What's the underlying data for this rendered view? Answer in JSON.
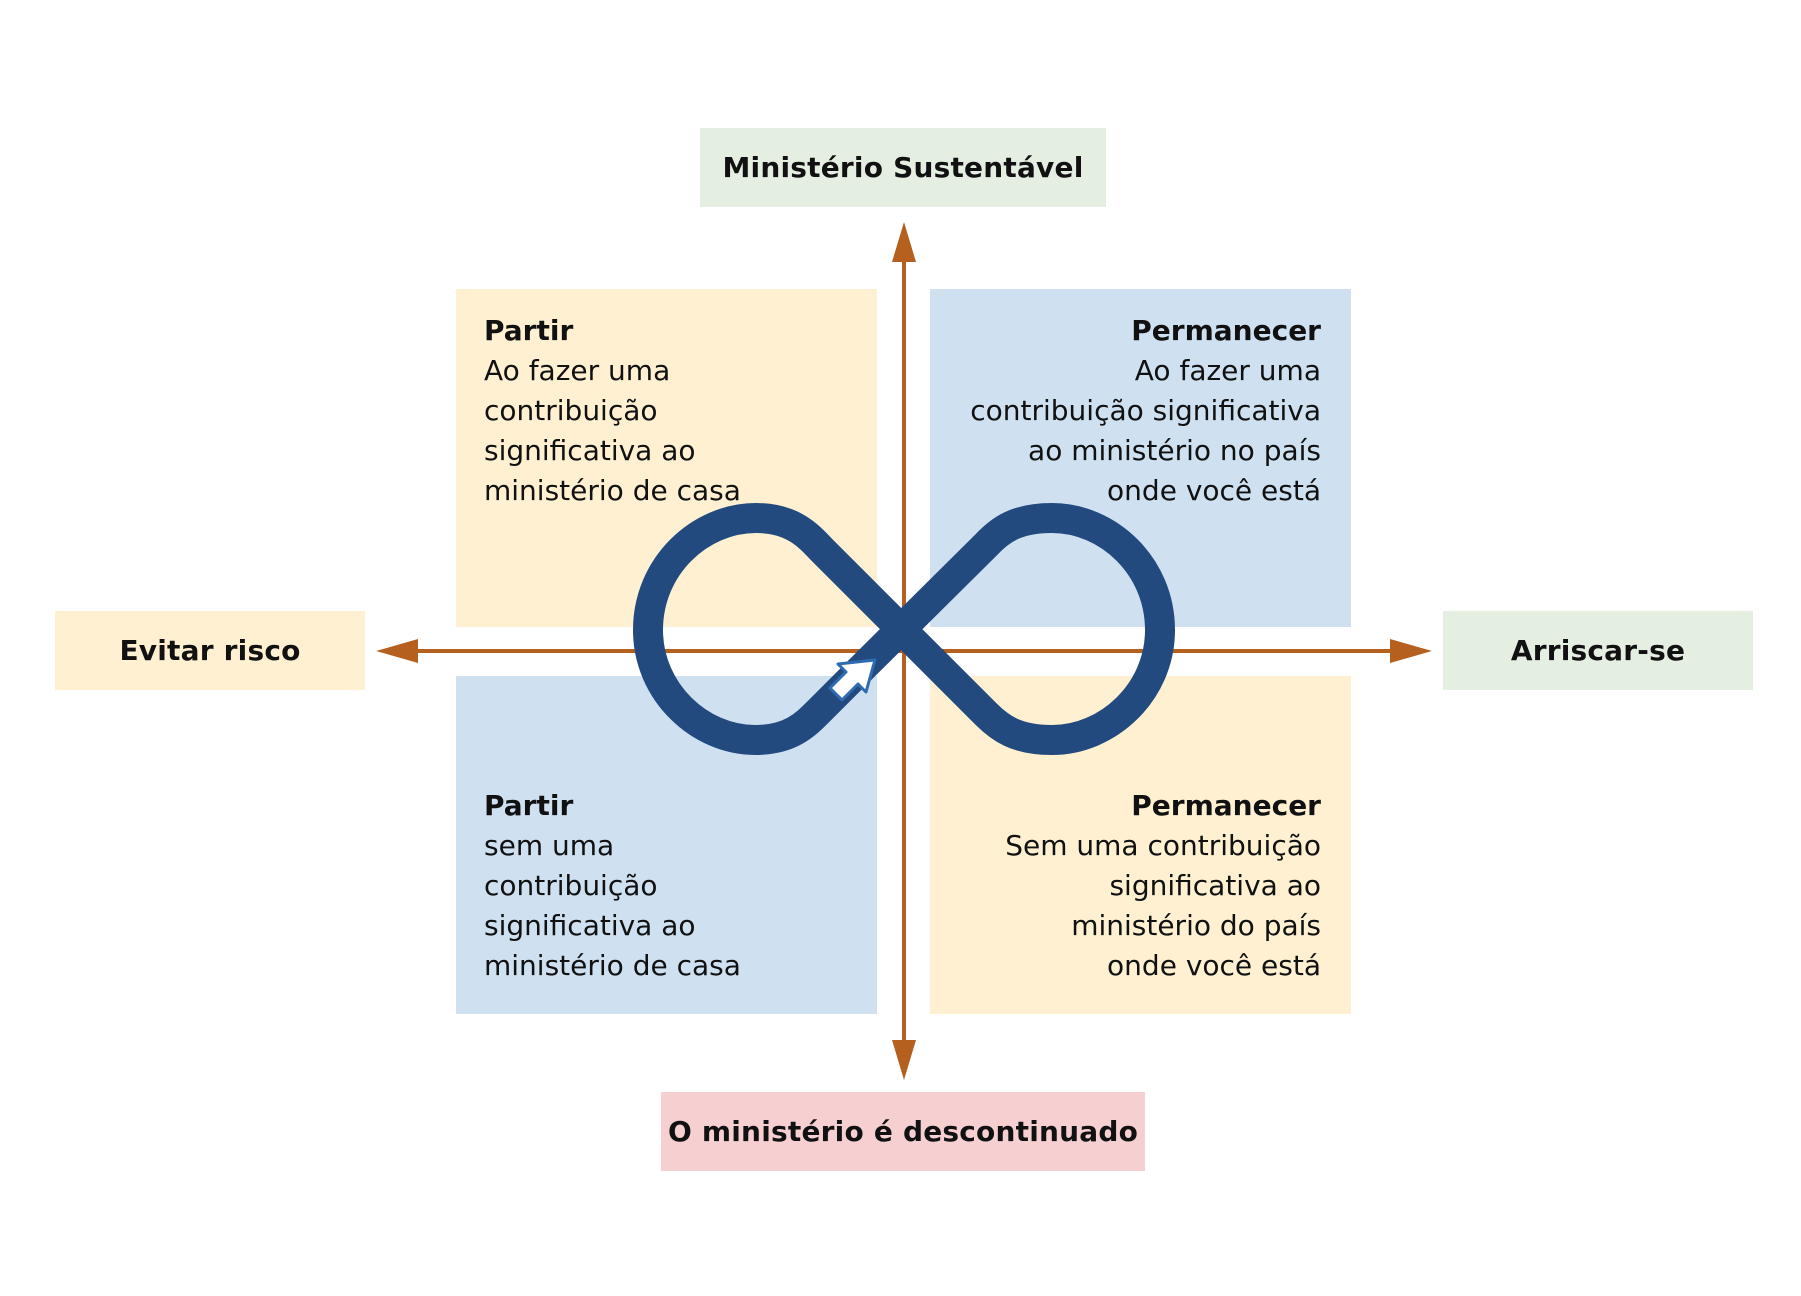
{
  "colors": {
    "yellow": "#FFF0D2",
    "blue": "#CFE1F1",
    "green": "#E4EFE2",
    "pink": "#F6D0D1",
    "arrow": "#B5601E",
    "loop": "#224A7E"
  },
  "axes": {
    "top": "Ministério Sustentável",
    "bottom": "O ministério é descontinuado",
    "left": "Evitar risco",
    "right": "Arriscar-se"
  },
  "quadrants": {
    "top_left": {
      "title": "Partir",
      "lines": [
        "Ao fazer uma",
        "contribuição",
        "significativa ao",
        "ministério de casa"
      ]
    },
    "top_right": {
      "title": "Permanecer",
      "lines": [
        "Ao fazer uma",
        "contribuição significativa",
        "ao ministério no país",
        "onde você está"
      ]
    },
    "bottom_left": {
      "title": "Partir",
      "lines": [
        "sem uma",
        "contribuição",
        "significativa ao",
        "ministério de casa"
      ]
    },
    "bottom_right": {
      "title": "Permanecer",
      "lines": [
        "Sem uma contribuição",
        "significativa ao",
        "ministério do país",
        "onde você está"
      ]
    }
  },
  "icons": {
    "loop": "infinity-loop-icon",
    "pointer": "white-arrow-icon"
  }
}
